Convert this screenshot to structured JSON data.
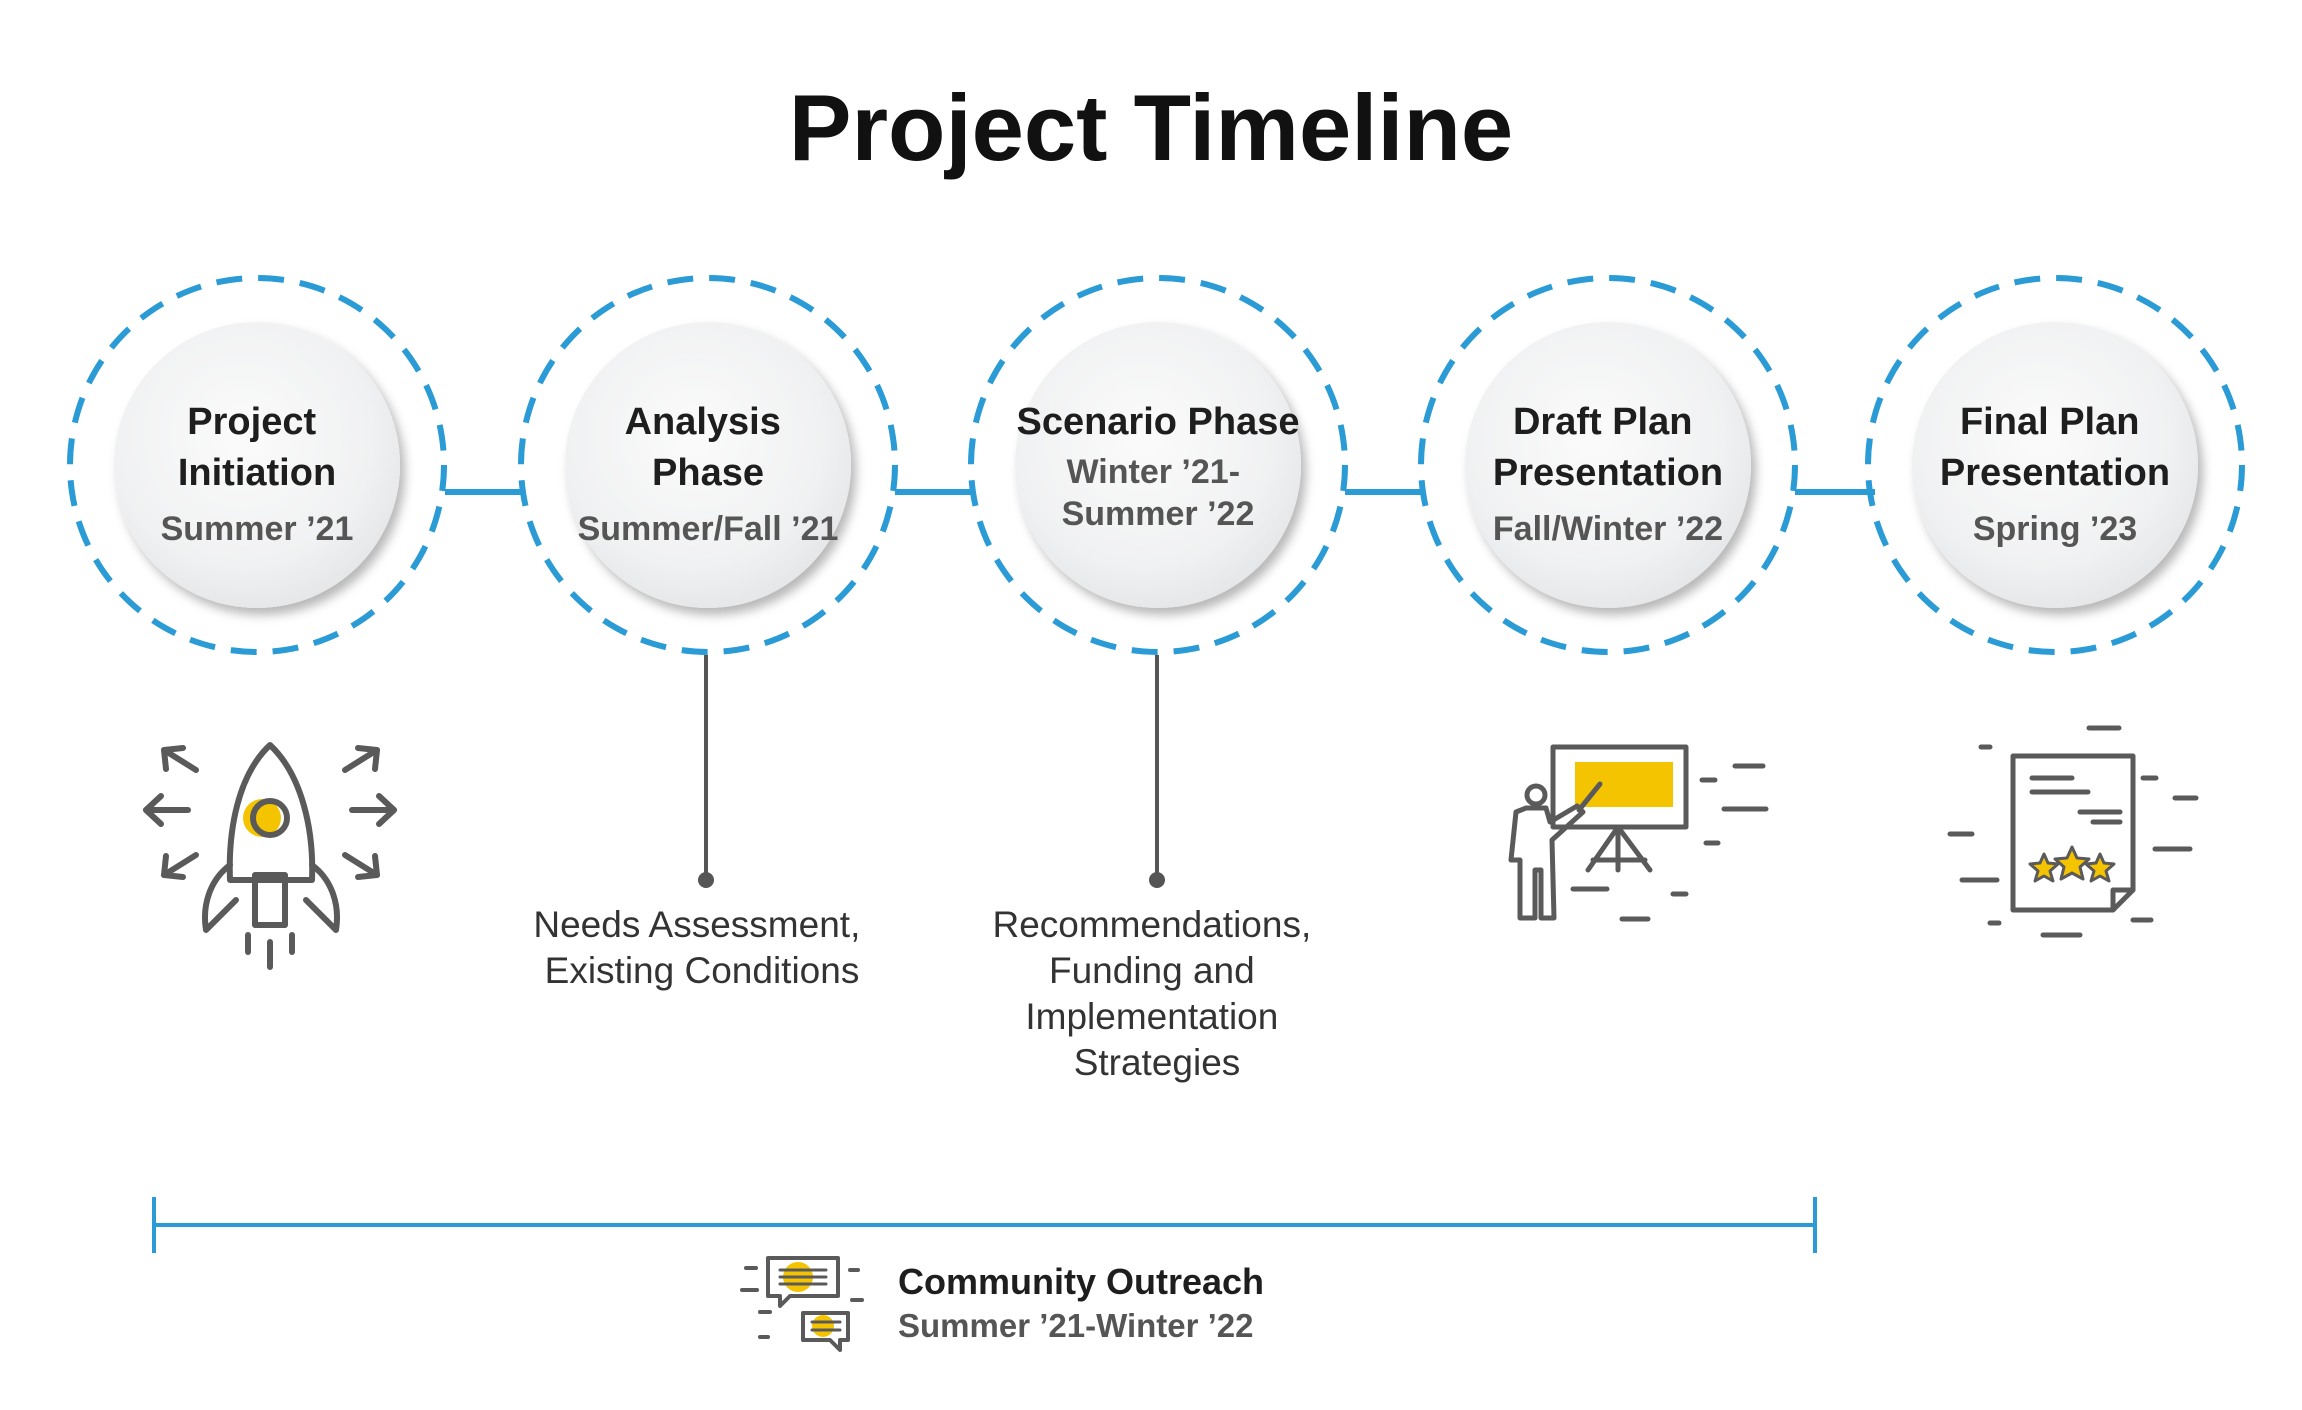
{
  "title": "Project Timeline",
  "colors": {
    "accent_blue": "#2b9bd6",
    "highlight_yellow": "#f5c400",
    "icon_gray": "#5a5a5a",
    "text_dark": "#1e1e1e",
    "text_gray": "#555555"
  },
  "phases": [
    {
      "name_lines": [
        "Project",
        "Initiation"
      ],
      "date_lines": [
        "Summer ’21"
      ],
      "icon": "rocket-icon"
    },
    {
      "name_lines": [
        "Analysis",
        "Phase"
      ],
      "date_lines": [
        "Summer/Fall ’21"
      ],
      "note_lines": [
        "Needs Assessment,",
        "Existing Conditions"
      ]
    },
    {
      "name_lines": [
        "Scenario Phase"
      ],
      "date_lines": [
        "Winter ’21-",
        "Summer ’22"
      ],
      "note_lines": [
        "Recommendations,",
        "Funding and",
        "Implementation",
        "Strategies"
      ]
    },
    {
      "name_lines": [
        "Draft Plan",
        "Presentation"
      ],
      "date_lines": [
        "Fall/Winter ’22"
      ],
      "icon": "presentation-icon"
    },
    {
      "name_lines": [
        "Final Plan",
        "Presentation"
      ],
      "date_lines": [
        "Spring ’23"
      ],
      "icon": "rated-document-icon"
    }
  ],
  "outreach": {
    "title": "Community Outreach",
    "date": "Summer ’21-Winter ’22",
    "icon": "chat-bubbles-icon"
  }
}
